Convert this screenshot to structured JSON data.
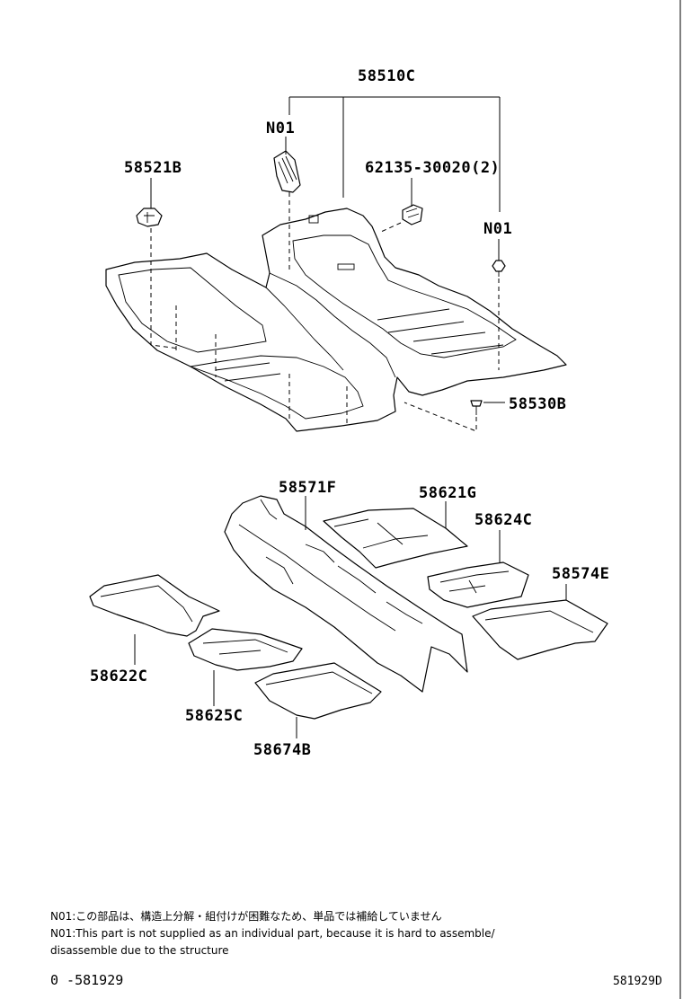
{
  "labels": {
    "assembly": "58510C",
    "n01_top": "N01",
    "n01_right": "N01",
    "clip_left": "58521B",
    "clip_top_right": "62135-30020(2)",
    "screw": "58530B",
    "center_silencer": "58571F",
    "rear_left_upper": "58621G",
    "rear_left_lower": "58624C",
    "rear_right": "58574E",
    "front_left": "58622C",
    "front_mid": "58625C",
    "front_right": "58674B"
  },
  "notes": {
    "jp": "N01:この部品は、構造上分解・組付けが困難なため、単品では補給していません",
    "en_line1": "N01:This part is not supplied as an individual part,  because it is hard to assemble/",
    "en_line2": "disassemble due to the structure"
  },
  "footer": {
    "left_code": "0 -581929",
    "right_code": "581929D"
  }
}
